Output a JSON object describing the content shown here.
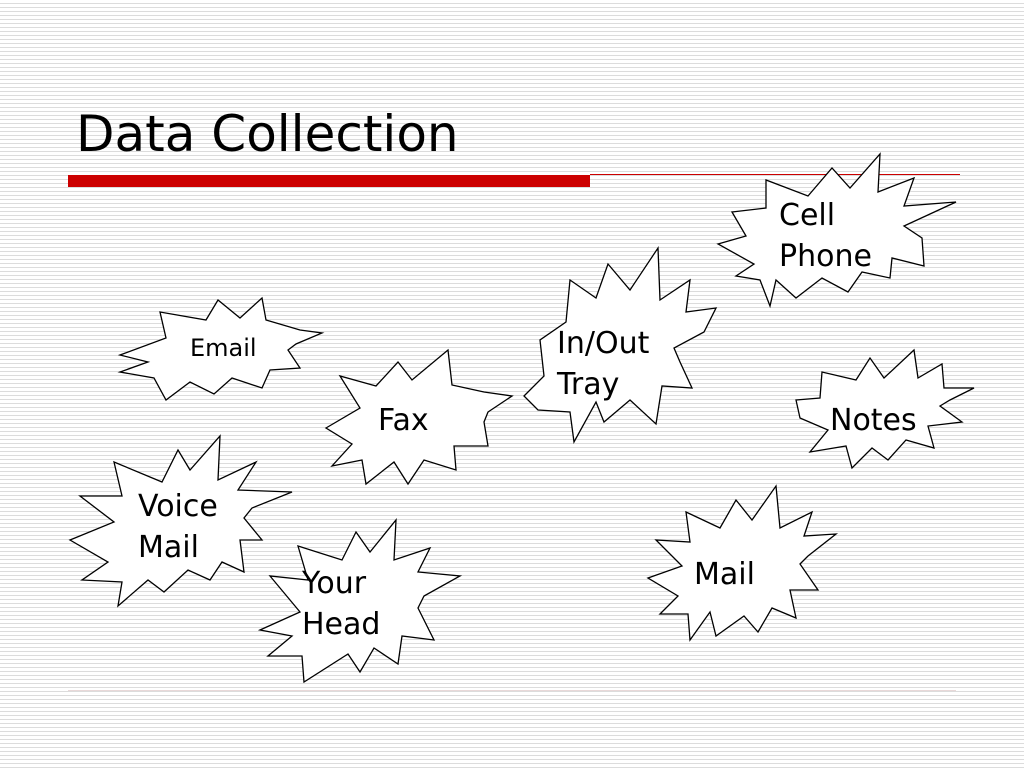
{
  "slide": {
    "title": "Data Collection"
  },
  "sources": [
    {
      "id": "email",
      "lines": [
        "Email"
      ]
    },
    {
      "id": "fax",
      "lines": [
        "Fax"
      ]
    },
    {
      "id": "in-out-tray",
      "lines": [
        "In/Out",
        "Tray"
      ]
    },
    {
      "id": "cell-phone",
      "lines": [
        "Cell",
        "Phone"
      ]
    },
    {
      "id": "notes",
      "lines": [
        "Notes"
      ]
    },
    {
      "id": "voice-mail",
      "lines": [
        "Voice",
        "Mail"
      ]
    },
    {
      "id": "your-head",
      "lines": [
        "Your",
        "Head"
      ]
    },
    {
      "id": "mail",
      "lines": [
        "Mail"
      ]
    }
  ],
  "colors": {
    "accent_rule": "#cc0000",
    "burst_outline": "#000000",
    "burst_fill": "#ffffff"
  },
  "shape": "explosion-burst"
}
